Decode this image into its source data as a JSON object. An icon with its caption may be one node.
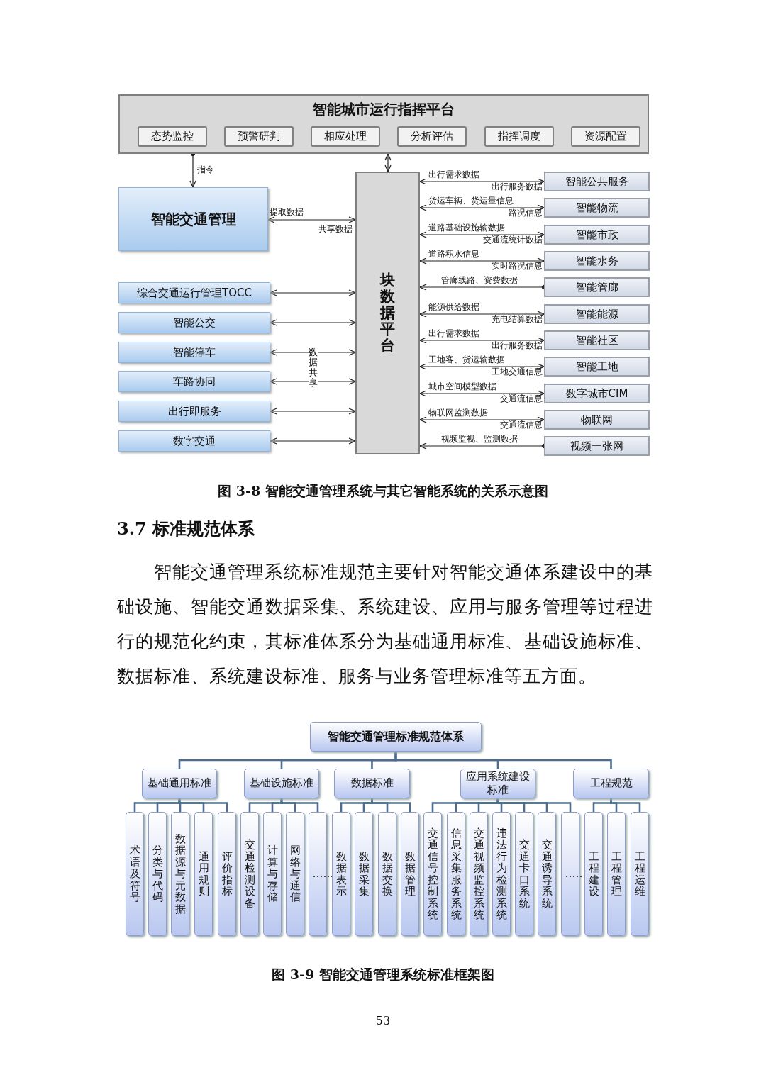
{
  "diagram": {
    "nodes": [
      {
        "text": [
          "智能城市运行指挥平台"
        ]
      },
      {
        "text": [
          "态势监控"
        ],
        "in": 0
      },
      {
        "text": [
          "预警研判"
        ],
        "in": 0
      },
      {
        "text": [
          "相应处理"
        ],
        "in": 0
      },
      {
        "text": [
          "分析评估"
        ],
        "in": 0
      },
      {
        "text": [
          "指挥调度"
        ],
        "in": 0
      },
      {
        "text": [
          "资源配置"
        ],
        "in": 0
      },
      {
        "text": [
          "智能交通管理"
        ]
      },
      {
        "text": [
          "块数据平台"
        ]
      },
      {
        "text": [
          "综合交通运行管理TOCC"
        ]
      },
      {
        "text": [
          "智能公交"
        ]
      },
      {
        "text": [
          "智能停车"
        ]
      },
      {
        "text": [
          "车路协同"
        ]
      },
      {
        "text": [
          "出行即服务"
        ]
      },
      {
        "text": [
          "数字交通"
        ]
      },
      {
        "text": [
          "智能公共服务"
        ]
      },
      {
        "text": [
          "智能物流"
        ]
      },
      {
        "text": [
          "智能市政"
        ]
      },
      {
        "text": [
          "智能水务"
        ]
      },
      {
        "text": [
          "智能管廊"
        ]
      },
      {
        "text": [
          "智能能源"
        ]
      },
      {
        "text": [
          "智能社区"
        ]
      },
      {
        "text": [
          "智能工地"
        ]
      },
      {
        "text": [
          "数字城市CIM"
        ]
      },
      {
        "text": [
          "物联网"
        ]
      },
      {
        "text": [
          "视频一张网"
        ]
      },
      {
        "text": [
          "智能交通管理标准规范体系"
        ]
      },
      {
        "text": [
          "基础通用标准"
        ]
      },
      {
        "text": [
          "基础设施标准"
        ]
      },
      {
        "text": [
          "数据标准"
        ]
      },
      {
        "text": [
          "应用系统建设标准"
        ]
      },
      {
        "text": [
          "工程规范"
        ]
      },
      {
        "text": [
          "术语及符号"
        ]
      },
      {
        "text": [
          "分类与代码"
        ]
      },
      {
        "text": [
          "数据源与元数据"
        ]
      },
      {
        "text": [
          "通用规则"
        ]
      },
      {
        "text": [
          "评价指标"
        ]
      },
      {
        "text": [
          "交通检测设备"
        ]
      },
      {
        "text": [
          "计算与存储"
        ]
      },
      {
        "text": [
          "网络与通信"
        ]
      },
      {
        "text": [
          "……"
        ]
      },
      {
        "text": [
          "数据表示"
        ]
      },
      {
        "text": [
          "数据采集"
        ]
      },
      {
        "text": [
          "数据交换"
        ]
      },
      {
        "text": [
          "数据管理"
        ]
      },
      {
        "text": [
          "交通信号控制系统"
        ]
      },
      {
        "text": [
          "信息采集服务系统"
        ]
      },
      {
        "text": [
          "交通视频监控系统"
        ]
      },
      {
        "text": [
          "违法行为检测系统"
        ]
      },
      {
        "text": [
          "交通卡口系统"
        ]
      },
      {
        "text": [
          "交通诱导系统"
        ]
      },
      {
        "text": [
          "……"
        ]
      },
      {
        "text": [
          "工程建设"
        ]
      },
      {
        "text": [
          "工程管理"
        ]
      },
      {
        "text": [
          "工程运维"
        ]
      }
    ],
    "edges": [
      {
        "from": 0,
        "to": 7,
        "arrow": "to",
        "label": "指令",
        "color": "#222222"
      },
      {
        "from": 0,
        "to": 8,
        "arrow": "both",
        "color": "#222222"
      },
      {
        "from": 7,
        "to": 8,
        "arrow": "both",
        "label": "提取数据",
        "color": "#222222"
      },
      {
        "from": 9,
        "to": 8,
        "arrow": "both",
        "color": "#222222"
      },
      {
        "from": 10,
        "to": 8,
        "arrow": "both",
        "color": "#222222"
      },
      {
        "from": 11,
        "to": 8,
        "arrow": "both",
        "color": "#222222"
      },
      {
        "from": 12,
        "to": 8,
        "arrow": "both",
        "color": "#222222"
      },
      {
        "from": 13,
        "to": 8,
        "arrow": "both",
        "color": "#222222"
      },
      {
        "from": 14,
        "to": 8,
        "arrow": "both",
        "color": "#222222"
      },
      {
        "from": 15,
        "to": 8,
        "arrow": "both",
        "label": "出行需求数据",
        "color": "#222222"
      },
      {
        "from": 16,
        "to": 8,
        "arrow": "both",
        "label": "货运车辆、货运量信息",
        "color": "#222222"
      },
      {
        "from": 17,
        "to": 8,
        "arrow": "both",
        "label": "道路基础设施输数据",
        "color": "#222222"
      },
      {
        "from": 18,
        "to": 8,
        "arrow": "both",
        "label": "道路积水信息",
        "color": "#222222"
      },
      {
        "from": 19,
        "to": 8,
        "arrow": "to",
        "label": "管廊线路、资费数据",
        "color": "#222222"
      },
      {
        "from": 20,
        "to": 8,
        "arrow": "both",
        "label": "能源供给数据",
        "color": "#222222"
      },
      {
        "from": 21,
        "to": 8,
        "arrow": "both",
        "label": "出行需求数据",
        "color": "#222222"
      },
      {
        "from": 22,
        "to": 8,
        "arrow": "both",
        "label": "工地客、货运输数据",
        "color": "#222222"
      },
      {
        "from": 23,
        "to": 8,
        "arrow": "both",
        "label": "城市空间模型数据",
        "color": "#222222"
      },
      {
        "from": 24,
        "to": 8,
        "arrow": "both",
        "label": "物联网监测数据",
        "color": "#222222"
      },
      {
        "from": 25,
        "to": 8,
        "arrow": "to",
        "label": "视频监视、监测数据",
        "color": "#222222"
      },
      {
        "from": 26,
        "to": 27,
        "arrow": "none"
      },
      {
        "from": 26,
        "to": 28,
        "arrow": "none"
      },
      {
        "from": 26,
        "to": 29,
        "arrow": "none"
      },
      {
        "from": 26,
        "to": 30,
        "arrow": "none"
      },
      {
        "from": 26,
        "to": 31,
        "arrow": "none"
      },
      {
        "from": 27,
        "to": 32,
        "arrow": "none"
      },
      {
        "from": 27,
        "to": 33,
        "arrow": "none"
      },
      {
        "from": 27,
        "to": 34,
        "arrow": "none"
      },
      {
        "from": 27,
        "to": 35,
        "arrow": "none"
      },
      {
        "from": 27,
        "to": 36,
        "arrow": "none"
      },
      {
        "from": 28,
        "to": 37,
        "arrow": "none"
      },
      {
        "from": 28,
        "to": 38,
        "arrow": "none"
      },
      {
        "from": 28,
        "to": 39,
        "arrow": "none"
      },
      {
        "from": 28,
        "to": 40,
        "arrow": "none"
      },
      {
        "from": 29,
        "to": 41,
        "arrow": "none"
      },
      {
        "from": 29,
        "to": 42,
        "arrow": "none"
      },
      {
        "from": 29,
        "to": 43,
        "arrow": "none"
      },
      {
        "from": 29,
        "to": 44,
        "arrow": "none"
      },
      {
        "from": 30,
        "to": 45,
        "arrow": "none"
      },
      {
        "from": 30,
        "to": 46,
        "arrow": "none"
      },
      {
        "from": 30,
        "to": 47,
        "arrow": "none"
      },
      {
        "from": 30,
        "to": 48,
        "arrow": "none"
      },
      {
        "from": 30,
        "to": 49,
        "arrow": "none"
      },
      {
        "from": 30,
        "to": 50,
        "arrow": "none"
      },
      {
        "from": 30,
        "to": 51,
        "arrow": "none"
      },
      {
        "from": 31,
        "to": 52,
        "arrow": "none"
      },
      {
        "from": 31,
        "to": 53,
        "arrow": "none"
      },
      {
        "from": 31,
        "to": 54,
        "arrow": "none"
      }
    ],
    "labels": [
      "共享数据",
      "出行服务数据",
      "路况信息",
      "交通流统计数据",
      "实时路况信息",
      "充电结算数据",
      "出行服务数据",
      "工地交通信息",
      "交通流信息",
      "交通流信息",
      "数据共享",
      "图 3-8 智能交通管理系统与其它智能系统的关系示意图",
      "3.7 标准规范体系",
      "智能交通管理系统标准规范主要针对智能交通体系建设中的基础设施、智能交通数据采集、系统建设、应用与服务管理等过程进行的规范化约束，其标准体系分为基础通用标准、基础设施标准、数据标准、系统建设标准、服务与业务管理标准等五方面。",
      "图 3-9 智能交通管理系统标准框架图",
      "53"
    ]
  }
}
